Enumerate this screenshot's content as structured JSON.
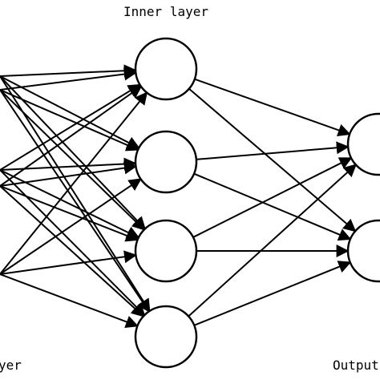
{
  "diagram": {
    "labels": {
      "input": "yer",
      "inner": "Inner layer",
      "output": "Output"
    },
    "layers": [
      {
        "id": "input",
        "node_count": 5,
        "node_shape": "offscreen"
      },
      {
        "id": "inner",
        "node_count": 4,
        "node_shape": "circle"
      },
      {
        "id": "output",
        "node_count": 2,
        "node_shape": "circle"
      }
    ],
    "connectivity": "fully-connected",
    "arrowheads": "filled-triangle",
    "colors": {
      "line": "#000000",
      "node_fill": "#ffffff",
      "background": "#ffffff"
    }
  }
}
